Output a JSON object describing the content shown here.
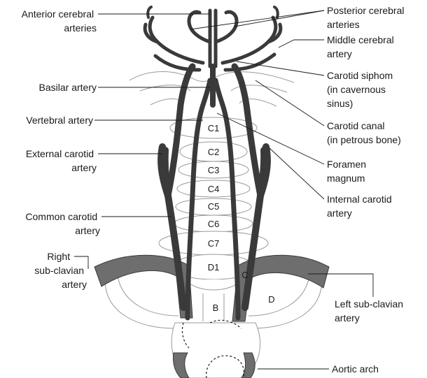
{
  "labels": {
    "anterior_cerebral": [
      "Anterior cerebral",
      "arteries"
    ],
    "basilar": [
      "Basilar artery"
    ],
    "vertebral": [
      "Vertebral artery"
    ],
    "external_carotid": [
      "External carotid",
      "artery"
    ],
    "common_carotid": [
      "Common carotid",
      "artery"
    ],
    "right_subclavian": [
      "Right",
      "sub-clavian",
      "artery"
    ],
    "posterior_cerebral": [
      "Posterior cerebral",
      "arteries"
    ],
    "middle_cerebral": [
      "Middle cerebral",
      "artery"
    ],
    "carotid_siphon": [
      "Carotid siphom",
      "(in cavernous",
      "sinus)"
    ],
    "carotid_canal": [
      "Carotid canal",
      "(in petrous bone)"
    ],
    "foramen_magnum": [
      "Foramen",
      "magnum"
    ],
    "internal_carotid": [
      "Internal carotid",
      "artery"
    ],
    "left_subclavian": [
      "Left sub-clavian",
      "artery"
    ],
    "aortic_arch": [
      "Aortic arch"
    ]
  },
  "vertebrae": [
    "C1",
    "C2",
    "C3",
    "C4",
    "C5",
    "C6",
    "C7",
    "D1"
  ],
  "region_letters": {
    "b": "B",
    "c": "C",
    "d": "D"
  }
}
